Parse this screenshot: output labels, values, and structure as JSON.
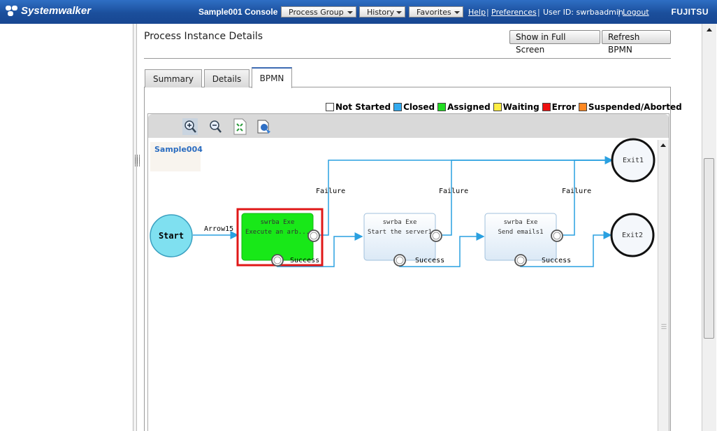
{
  "header": {
    "brand": "Systemwalker",
    "console": "Sample001 Console",
    "menus": [
      {
        "label": "Process Group"
      },
      {
        "label": "History"
      },
      {
        "label": "Favorites"
      }
    ],
    "links": {
      "help": "Help",
      "preferences": "Preferences",
      "logout": "Logout"
    },
    "user_id": "User ID: swrbaadmin",
    "vendor": "FUJITSU"
  },
  "main": {
    "title": "Process Instance Details",
    "buttons": {
      "full_screen": "Show in Full Screen",
      "refresh": "Refresh BPMN"
    },
    "tabs": [
      {
        "label": "Summary",
        "active": false
      },
      {
        "label": "Details",
        "active": false
      },
      {
        "label": "BPMN",
        "active": true
      }
    ]
  },
  "legend": [
    {
      "label": "Not Started",
      "color": "#ffffff"
    },
    {
      "label": "Closed",
      "color": "#33aaee"
    },
    {
      "label": "Assigned",
      "color": "#22dd22"
    },
    {
      "label": "Waiting",
      "color": "#ffee44"
    },
    {
      "label": "Error",
      "color": "#ee1111"
    },
    {
      "label": "Suspended/Aborted",
      "color": "#ff8822"
    }
  ],
  "toolbar": {
    "icons": [
      "zoom-in-icon",
      "zoom-out-icon",
      "fit-page-icon",
      "export-icon"
    ]
  },
  "diagram": {
    "name": "Sample004",
    "start": "Start",
    "arrow_label": "Arrow15",
    "tasks": [
      {
        "line1": "swrba Exe",
        "line2": "Execute an arb...",
        "state": "Assigned",
        "selected": true
      },
      {
        "line1": "swrba Exe",
        "line2": "Start the server1",
        "state": "Not Started",
        "selected": false
      },
      {
        "line1": "swrba Exe",
        "line2": "Send emails1",
        "state": "Not Started",
        "selected": false
      }
    ],
    "failure_label": "Failure",
    "success_label": "Success",
    "exits": [
      "Exit1",
      "Exit2"
    ]
  }
}
